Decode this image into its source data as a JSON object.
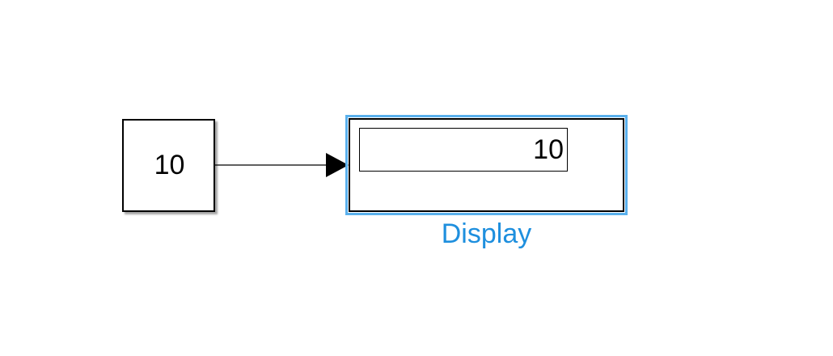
{
  "model": {
    "blocks": {
      "constant": {
        "value": "10"
      },
      "display": {
        "name": "Display",
        "readout": "10",
        "selected": true,
        "selection_color": "#5ab0ec",
        "name_color": "#1e8fde"
      }
    },
    "signal_line": {
      "from": "constant",
      "to": "display",
      "arrow": "filled-triangle"
    }
  }
}
